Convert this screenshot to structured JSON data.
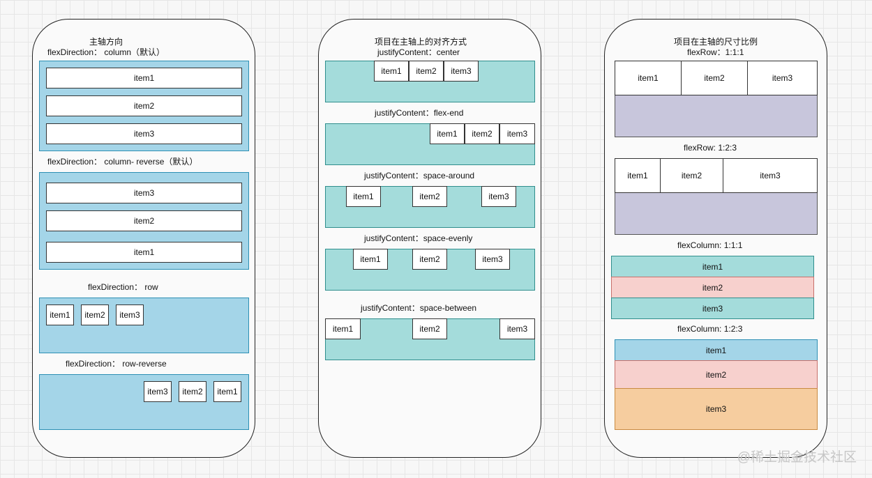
{
  "panel1": {
    "title": "主轴方向",
    "col_label": "flexDirection： column（默认）",
    "col_items": [
      "item1",
      "item2",
      "item3"
    ],
    "colrev_label": "flexDirection： column- reverse（默认）",
    "colrev_items": [
      "item3",
      "item2",
      "item1"
    ],
    "row_label": "flexDirection： row",
    "row_items": [
      "item1",
      "item2",
      "item3"
    ],
    "rowrev_label": "flexDirection： row-reverse",
    "rowrev_items": [
      "item3",
      "item2",
      "item1"
    ]
  },
  "panel2": {
    "title": "项目在主轴上的对齐方式",
    "center_label": "justifyContent：center",
    "center_items": [
      "item1",
      "item2",
      "item3"
    ],
    "end_label": "justifyContent：flex-end",
    "end_items": [
      "item1",
      "item2",
      "item3"
    ],
    "around_label": "justifyContent：space-around",
    "around_items": [
      "item1",
      "item2",
      "item3"
    ],
    "evenly_label": "justifyContent：space-evenly",
    "evenly_items": [
      "item1",
      "item2",
      "item3"
    ],
    "between_label": "justifyContent：space-between",
    "between_items": [
      "item1",
      "item2",
      "item3"
    ]
  },
  "panel3": {
    "title": "项目在主轴的尺寸比例",
    "row111_label": "flexRow：1:1:1",
    "row111_items": [
      "item1",
      "item2",
      "item3"
    ],
    "row123_label": "flexRow:   1:2:3",
    "row123_items": [
      "item1",
      "item2",
      "item3"
    ],
    "col111_label": "flexColumn:   1:1:1",
    "col111_items": [
      "item1",
      "item2",
      "item3"
    ],
    "col123_label": "flexColumn:   1:2:3",
    "col123_items": [
      "item1",
      "item2",
      "item3"
    ]
  },
  "watermark": "@稀土掘金技术社区",
  "colors": {
    "blue": "#a4d5e8",
    "teal": "#a4dcdb",
    "lavender": "#c8c6dc",
    "pink": "#f7d0cd",
    "orange": "#f6cd9f"
  }
}
